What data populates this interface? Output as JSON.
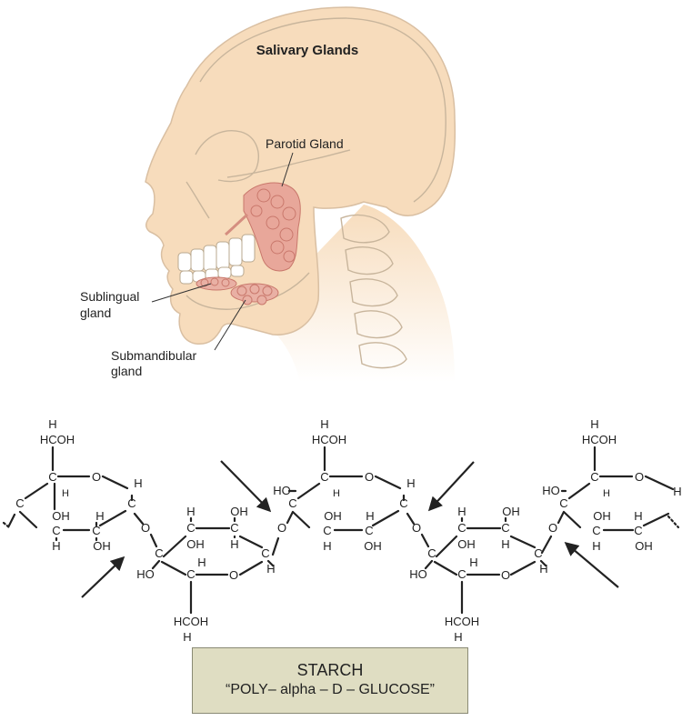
{
  "head_diagram": {
    "title": "Salivary Glands",
    "labels": {
      "parotid": "Parotid Gland",
      "sublingual_1": "Sublingual",
      "sublingual_2": "gland",
      "submandibular_1": "Submandibular",
      "submandibular_2": "gland"
    }
  },
  "starch": {
    "atoms": {
      "H": "H",
      "HCOH": "HCOH",
      "C": "C",
      "O": "O",
      "OH": "OH",
      "HO": "HO"
    },
    "box_title": "STARCH",
    "box_subtitle": "“POLY– alpha – D – GLUCOSE”"
  },
  "colors": {
    "skin": "#f7dcbc",
    "gland": "#e8a79a",
    "box": "#dfddc2"
  }
}
